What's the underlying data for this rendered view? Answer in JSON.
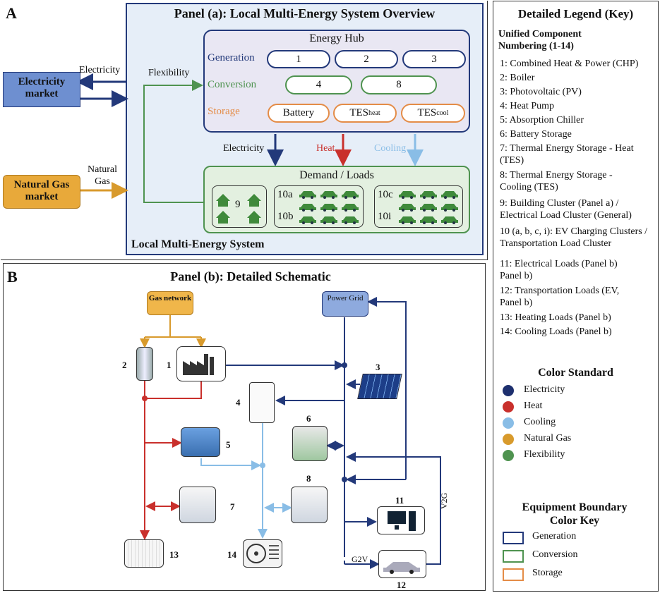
{
  "colors": {
    "electricity": "#23397a",
    "heat": "#c9302c",
    "cooling": "#89bde6",
    "gas": "#d89a2c",
    "flex": "#4f9350",
    "gen_border": "#23397a",
    "conv_border": "#4f9350",
    "stor_border": "#e48c47"
  },
  "panel_a": {
    "letter": "A",
    "title": "Panel (a): Local Multi-Energy System Overview",
    "hub_title": "Energy Hub",
    "row_generation": "Generation",
    "row_conversion": "Conversion",
    "row_storage": "Storage",
    "gen": [
      "1",
      "2",
      "3"
    ],
    "conv": [
      "4",
      "8"
    ],
    "stor_battery": "Battery",
    "tes_base": "TES",
    "tes_heat_sub": "heat",
    "tes_cool_sub": "cool",
    "electricity_market": "Electricity market",
    "electricity_label": "Electricity",
    "flexibility_label": "Flexibility",
    "gas_market": "Natural Gas market",
    "gas_label": "Natural Gas",
    "flow_electricity": "Electricity",
    "flow_heat": "Heat",
    "flow_cooling": "Cooling",
    "demand_title": "Demand / Loads",
    "building_num": "9",
    "ev_a": "10a",
    "ev_b": "10b",
    "ev_c": "10c",
    "ev_i": "10i",
    "system_label": "Local Multi-Energy System"
  },
  "panel_b": {
    "letter": "B",
    "title": "Panel (b): Detailed Schematic",
    "gas_network": "Gas network",
    "power_grid": "Power Grid",
    "nums": {
      "n1": "1",
      "n2": "2",
      "n3": "3",
      "n4": "4",
      "n5": "5",
      "n6": "6",
      "n7": "7",
      "n8": "8",
      "n11": "11",
      "n12": "12",
      "n13": "13",
      "n14": "14"
    },
    "v2g": "V2G",
    "g2v": "G2V"
  },
  "legend": {
    "title": "Detailed Legend (Key)",
    "numbering_title": "Unified Component Numbering (1-14)",
    "items": [
      "1: Combined Heat & Power (CHP)",
      "2: Boiler",
      "3: Photovoltaic (PV)",
      "4: Heat Pump",
      "5: Absorption Chiller",
      "6: Battery Storage",
      "7: Thermal Energy Storage - Heat (TES)",
      "8: Thermal Energy Storage - Cooling (TES)",
      "9: Building Cluster (Panel a) / Electrical Load Cluster (General)",
      "10 (a, b, c, i): EV Charging Clusters / Transportation Load Cluster",
      "11: Electrical Loads (Panel b) Panel b)",
      "12: Transportation Loads (EV, Panel b)",
      "13: Heating Loads (Panel b)",
      "14: Cooling Loads (Panel b)"
    ],
    "color_title": "Color Standard",
    "color_items": [
      "Electricity",
      "Heat",
      "Cooling",
      "Natural Gas",
      "Flexibility"
    ],
    "boundary_title": "Equipment Boundary Color Key",
    "boundary_items": [
      "Generation",
      "Conversion",
      "Storage"
    ]
  }
}
